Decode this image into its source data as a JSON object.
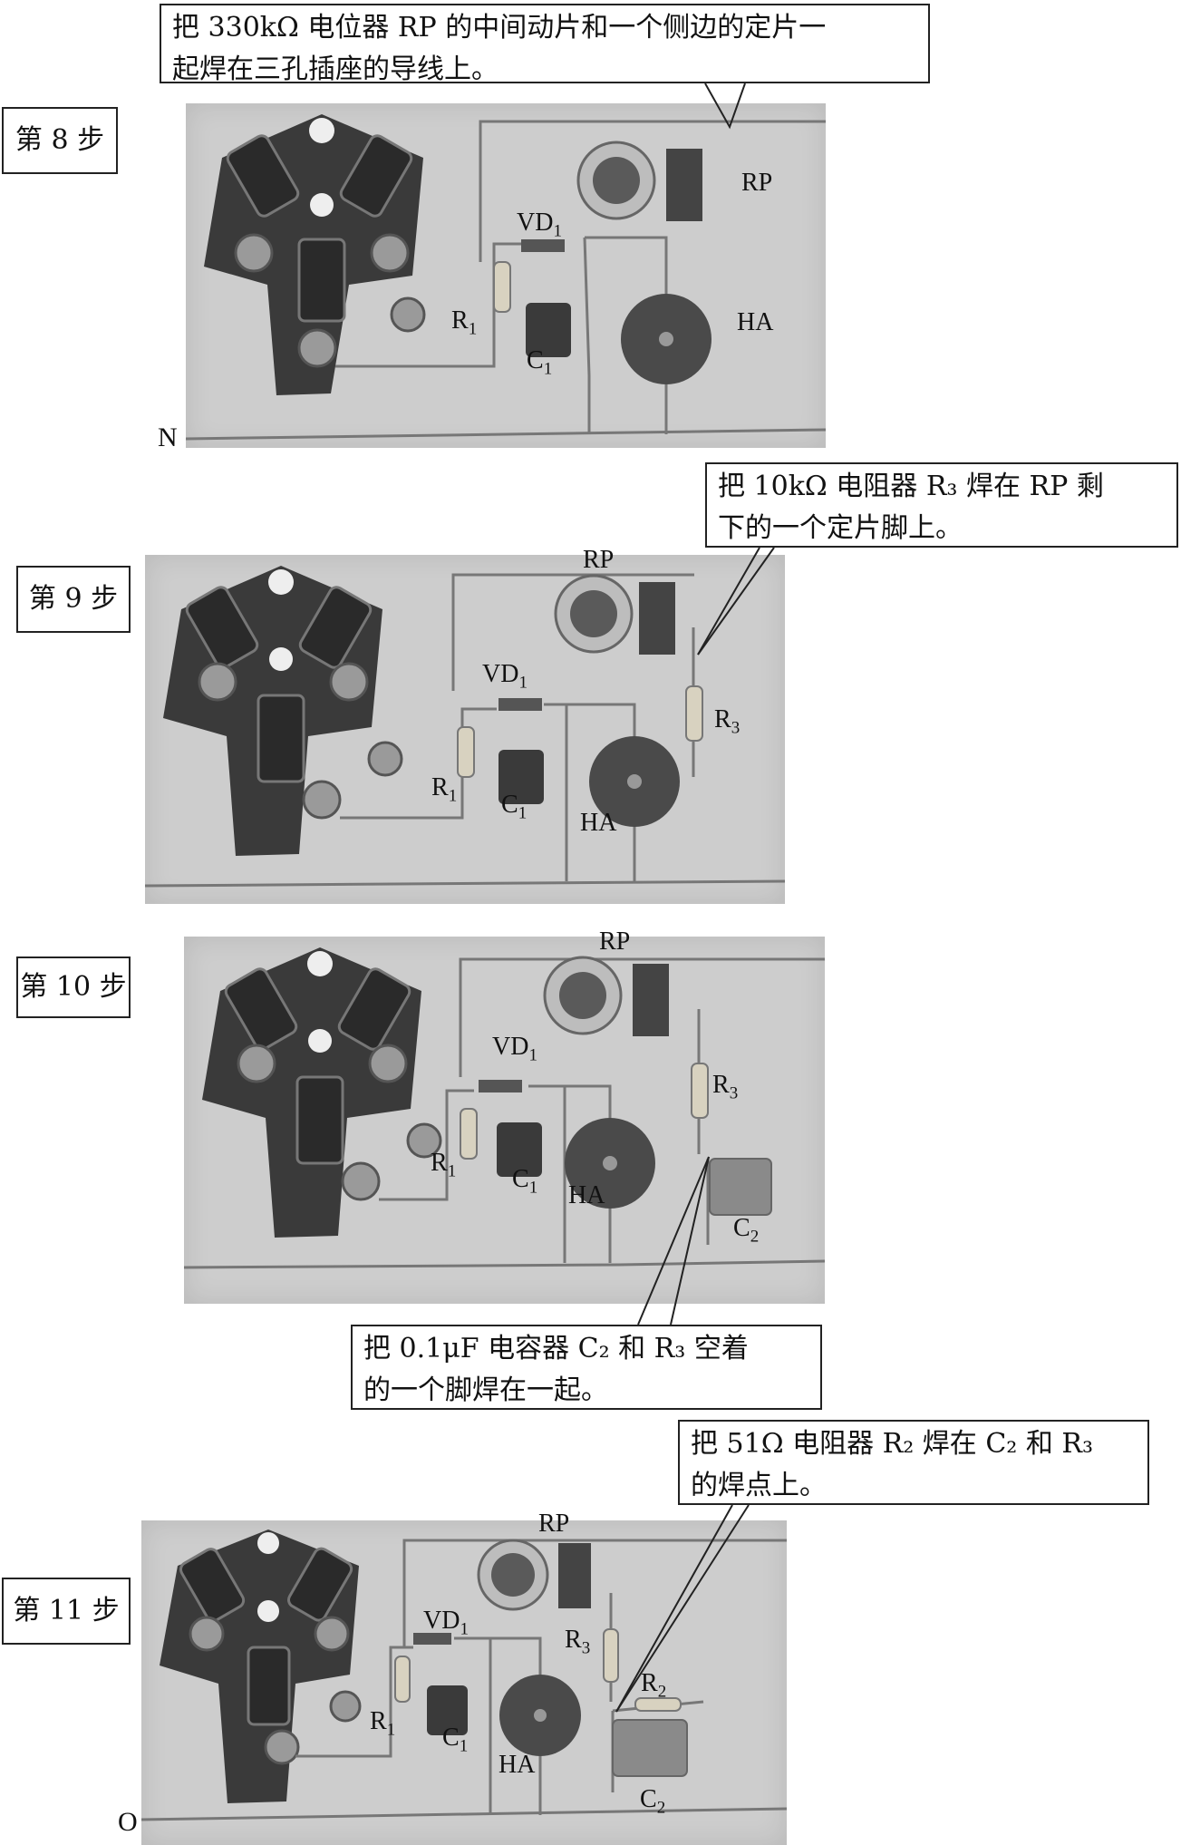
{
  "steps": [
    {
      "label": "第 8 步",
      "note": [
        "把 330kΩ 电位器 RP 的中间动片和一个侧边的定片一",
        "起焊在三孔插座的导线上。"
      ],
      "terminal": "N",
      "components": {
        "vd": "VD",
        "vd_sub": "1",
        "r1": "R",
        "r1_sub": "1",
        "c1": "C",
        "c1_sub": "1",
        "rp": "RP",
        "ha": "HA"
      }
    },
    {
      "label": "第 9 步",
      "note": [
        "把 10kΩ 电阻器 R₃ 焊在 RP 剩",
        "下的一个定片脚上。"
      ],
      "components": {
        "rp": "RP",
        "vd": "VD",
        "vd_sub": "1",
        "r1": "R",
        "r1_sub": "1",
        "c1": "C",
        "c1_sub": "1",
        "ha": "HA",
        "r3": "R",
        "r3_sub": "3"
      }
    },
    {
      "label": "第 10 步",
      "note": [
        "把 0.1μF 电容器 C₂ 和 R₃ 空着",
        "的一个脚焊在一起。"
      ],
      "components": {
        "rp": "RP",
        "vd": "VD",
        "vd_sub": "1",
        "r1": "R",
        "r1_sub": "1",
        "c1": "C",
        "c1_sub": "1",
        "ha": "HA",
        "r3": "R",
        "r3_sub": "3",
        "c2": "C",
        "c2_sub": "2"
      }
    },
    {
      "label": "第 11 步",
      "note": [
        "把 51Ω 电阻器 R₂ 焊在 C₂ 和 R₃",
        "的焊点上。"
      ],
      "terminal": "O",
      "components": {
        "rp": "RP",
        "vd": "VD",
        "vd_sub": "1",
        "r1": "R",
        "r1_sub": "1",
        "c1": "C",
        "c1_sub": "1",
        "ha": "HA",
        "r3": "R",
        "r3_sub": "3",
        "r2": "R",
        "r2_sub": "2",
        "c2": "C",
        "c2_sub": "2"
      }
    }
  ]
}
